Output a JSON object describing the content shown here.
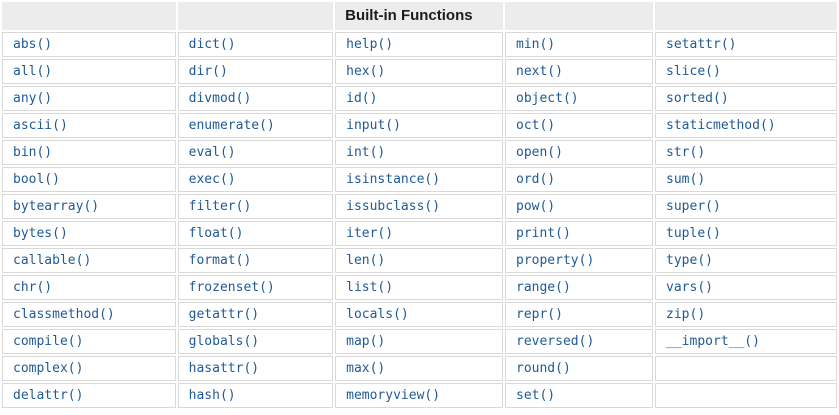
{
  "table": {
    "title": "Built-in Functions",
    "header": [
      "",
      "",
      "Built-in Functions",
      "",
      ""
    ],
    "rows": [
      [
        "abs()",
        "dict()",
        "help()",
        "min()",
        "setattr()"
      ],
      [
        "all()",
        "dir()",
        "hex()",
        "next()",
        "slice()"
      ],
      [
        "any()",
        "divmod()",
        "id()",
        "object()",
        "sorted()"
      ],
      [
        "ascii()",
        "enumerate()",
        "input()",
        "oct()",
        "staticmethod()"
      ],
      [
        "bin()",
        "eval()",
        "int()",
        "open()",
        "str()"
      ],
      [
        "bool()",
        "exec()",
        "isinstance()",
        "ord()",
        "sum()"
      ],
      [
        "bytearray()",
        "filter()",
        "issubclass()",
        "pow()",
        "super()"
      ],
      [
        "bytes()",
        "float()",
        "iter()",
        "print()",
        "tuple()"
      ],
      [
        "callable()",
        "format()",
        "len()",
        "property()",
        "type()"
      ],
      [
        "chr()",
        "frozenset()",
        "list()",
        "range()",
        "vars()"
      ],
      [
        "classmethod()",
        "getattr()",
        "locals()",
        "repr()",
        "zip()"
      ],
      [
        "compile()",
        "globals()",
        "map()",
        "reversed()",
        "__import__()"
      ],
      [
        "complex()",
        "hasattr()",
        "max()",
        "round()",
        ""
      ],
      [
        "delattr()",
        "hash()",
        "memoryview()",
        "set()",
        ""
      ]
    ]
  },
  "colors": {
    "link": "#1f5a97",
    "header_bg": "#ececec",
    "border": "#d9d9d9"
  }
}
